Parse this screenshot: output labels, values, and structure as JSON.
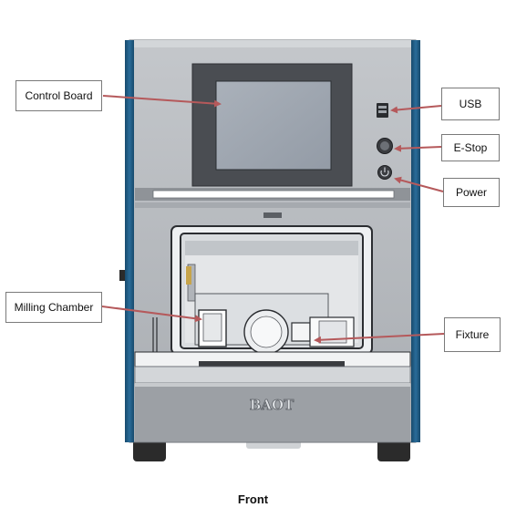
{
  "labels": {
    "control_board": "Control Board",
    "usb": "USB",
    "estop": "E-Stop",
    "power": "Power",
    "milling_chamber": "Milling Chamber",
    "fixture": "Fixture"
  },
  "brand": "BAOT",
  "caption": "Front",
  "colors": {
    "arrow": "#b5595b",
    "side_panel": "#1f5c86",
    "body": "#b4b7bb",
    "screen": "#9fa7b1"
  }
}
